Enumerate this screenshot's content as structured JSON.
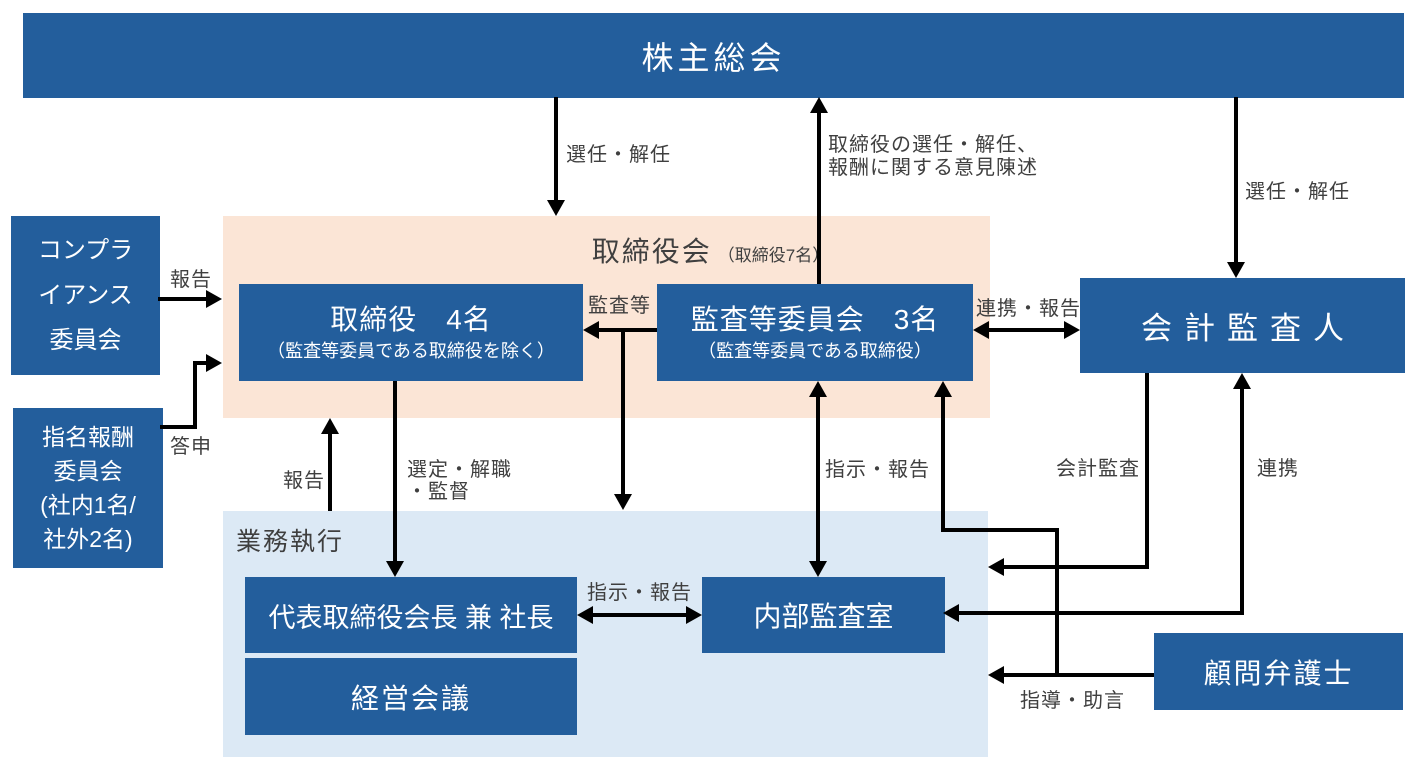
{
  "colors": {
    "box_blue": "#235E9C",
    "board_panel_peach": "#FBE5D6",
    "execution_panel_lightblue": "#DCE9F5",
    "arrow_black": "#000000",
    "edge_label_gray": "#3F3F3F",
    "box_text_white": "#FFFFFF"
  },
  "nodes": {
    "shareholders": {
      "label": "株主総会"
    },
    "compliance_committee": {
      "lines": [
        "コンプラ",
        "イアンス",
        "委員会"
      ]
    },
    "nomination_committee": {
      "lines": [
        "指名報酬",
        "委員会",
        "(社内1名/",
        "社外2名)"
      ]
    },
    "board": {
      "title": "取締役会",
      "subtitle": "（取締役7名）"
    },
    "directors": {
      "title": "取締役　4名",
      "subtitle": "（監査等委員である取締役を除く）"
    },
    "audit_committee": {
      "title": "監査等委員会　3名",
      "subtitle": "（監査等委員である取締役）"
    },
    "accounting_auditor": {
      "label": "会計監査人"
    },
    "execution": {
      "label": "業務執行"
    },
    "president": {
      "label": "代表取締役会長 兼 社長"
    },
    "management_meeting": {
      "label": "経営会議"
    },
    "internal_audit_office": {
      "label": "内部監査室"
    },
    "legal_advisor": {
      "label": "顧問弁護士"
    }
  },
  "edges": {
    "appoint_dismiss_directors": "選任・解任",
    "appoint_dismiss_auditor": "選任・解任",
    "opinion_line1": "取締役の選任・解任、",
    "opinion_line2": "報酬に関する意見陳述",
    "report_compliance": "報告",
    "recommendation": "答申",
    "audit_etc": "監査等",
    "cooperation_report": "連携・報告",
    "report_up": "報告",
    "select_dismiss_line1": "選定・解職",
    "select_dismiss_line2": "・監督",
    "instruct_report_vertical": "指示・報告",
    "instruct_report_horizontal": "指示・報告",
    "accounting_audit": "会計監査",
    "cooperation": "連携",
    "guidance_advice": "指導・助言"
  }
}
